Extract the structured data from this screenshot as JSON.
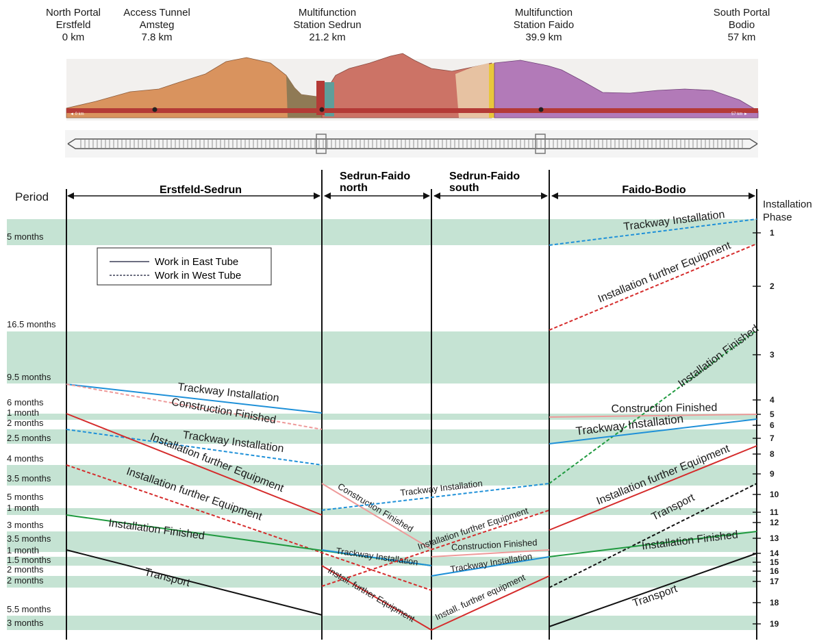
{
  "stations": [
    {
      "line1": "North Portal",
      "line2": "Erstfeld",
      "km": "0 km"
    },
    {
      "line1": "Access Tunnel",
      "line2": "Amsteg",
      "km": "7.8 km"
    },
    {
      "line1": "Multifunction",
      "line2": "Station Sedrun",
      "km": "21.2 km"
    },
    {
      "line1": "Multifunction",
      "line2": "Station Faido",
      "km": "39.9 km"
    },
    {
      "line1": "South Portal",
      "line2": "Bodio",
      "km": "57 km"
    }
  ],
  "profile": {
    "start_marker": "◄ 0 km",
    "end_marker": "57 km ►"
  },
  "colors": {
    "band": "#c5e3d3",
    "east": "#1f1f1f",
    "blue": "#1e90d8",
    "red": "#d52b2b",
    "pink": "#ee9a9a",
    "green": "#1f9a3f",
    "black": "#111111",
    "mountain_orange": "#d9935e",
    "mountain_red": "#cc7366",
    "mountain_purple": "#b27ab8",
    "tunnel": "#b43a36"
  },
  "period_label": "Period",
  "phase_label_line1": "Installation",
  "phase_label_line2": "Phase",
  "sections": [
    "Erstfeld-Sedrun",
    "Sedrun-Faido\nnorth",
    "Sedrun-Faido\nsouth",
    "Faido-Bodio"
  ],
  "period_labels": [
    "5 months",
    "16.5 months",
    "9.5 months",
    "6 months",
    "1 month",
    "2 months",
    "2.5 months",
    "4 months",
    "3.5 months",
    "5 months",
    "1 month",
    "3 months",
    "3.5 months",
    "1 month",
    "1.5 months",
    "2 months",
    "2 months",
    "5.5 months",
    "3 months"
  ],
  "phases": [
    "1",
    "2",
    "3",
    "4",
    "5",
    "6",
    "7",
    "8",
    "9",
    "10",
    "11",
    "12",
    "13",
    "14",
    "15",
    "16",
    "17",
    "18",
    "19"
  ],
  "legend": {
    "east": "Work in East Tube",
    "west": "Work in West Tube"
  },
  "activities": [
    {
      "id": "fb-track-west",
      "label": "Trackway Installation",
      "color": "blue",
      "style": "dashed"
    },
    {
      "id": "fb-equip-west",
      "label": "Installation further Equipment",
      "color": "red",
      "style": "dashed"
    },
    {
      "id": "fb-finish-west",
      "label": "Installation Finished",
      "color": "green",
      "style": "dashed"
    },
    {
      "id": "fb-constr",
      "label": "Construction Finished",
      "color": "pink",
      "style": "solid"
    },
    {
      "id": "fb-track-east",
      "label": "Trackway Installation",
      "color": "blue",
      "style": "solid"
    },
    {
      "id": "fb-equip-east",
      "label": "Installation further Equipment",
      "color": "red",
      "style": "solid"
    },
    {
      "id": "fb-transport-west",
      "label": "Transport",
      "color": "black",
      "style": "dashed"
    },
    {
      "id": "fb-finish-east",
      "label": "Installation Finished",
      "color": "green",
      "style": "solid"
    },
    {
      "id": "fb-transport-east",
      "label": "Transport",
      "color": "black",
      "style": "solid"
    },
    {
      "id": "es-track-east",
      "label": "Trackway Installation",
      "color": "blue",
      "style": "solid"
    },
    {
      "id": "es-constr",
      "label": "Construction Finished",
      "color": "pink",
      "style": "dashed"
    },
    {
      "id": "es-track-west",
      "label": "Trackway Installation",
      "color": "blue",
      "style": "dashed"
    },
    {
      "id": "es-equip-east",
      "label": "Installation further Equipment",
      "color": "red",
      "style": "solid"
    },
    {
      "id": "es-equip-west",
      "label": "Installation further Equipment",
      "color": "red",
      "style": "dashed"
    },
    {
      "id": "es-finish",
      "label": "Installation Finished",
      "color": "green",
      "style": "solid"
    },
    {
      "id": "es-transport",
      "label": "Transport",
      "color": "black",
      "style": "solid"
    },
    {
      "id": "sfn-constr",
      "label": "Construction Finished",
      "color": "pink",
      "style": "solid"
    },
    {
      "id": "sfn-track-west",
      "label": "Trackway Installation",
      "color": "blue",
      "style": "dashed"
    },
    {
      "id": "sfn-track-east",
      "label": "Trackway Installation",
      "color": "blue",
      "style": "solid"
    },
    {
      "id": "sfn-equip",
      "label": "Install. further Equipment",
      "color": "red",
      "style": "solid"
    },
    {
      "id": "sfs-equip-west",
      "label": "Installation further Equipment",
      "color": "red",
      "style": "dashed"
    },
    {
      "id": "sfs-constr",
      "label": "Construction Finished",
      "color": "pink",
      "style": "solid"
    },
    {
      "id": "sfs-track",
      "label": "Trackway Installation",
      "color": "blue",
      "style": "solid"
    },
    {
      "id": "sfs-equip-east",
      "label": "Install. further equipment",
      "color": "red",
      "style": "solid"
    }
  ]
}
